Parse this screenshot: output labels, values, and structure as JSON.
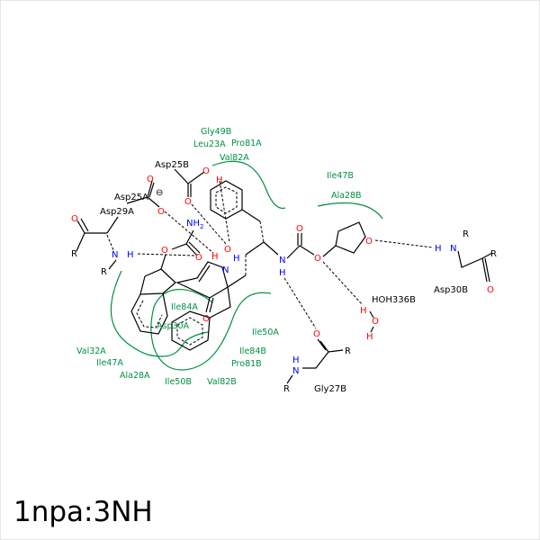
{
  "title": "1npa:3NH",
  "residues_hydrophobic": [
    "Gly49B",
    "Leu23A",
    "Pro81A",
    "Val82A",
    "Ile47B",
    "Ala28B",
    "Ile84A",
    "Asp30A",
    "Ile50A",
    "Ile84B",
    "Pro81B",
    "Val32A",
    "Ile47A",
    "Ala28A",
    "Ile50B",
    "Val82B"
  ],
  "residues_hbond": [
    "Asp25B",
    "Asp25A",
    "Asp29A",
    "Asp30B",
    "HOH336B",
    "Gly27B"
  ],
  "atoms": {
    "O": "O",
    "N": "N",
    "H": "H",
    "R": "R",
    "NH2": "NH",
    "sub2": "2",
    "charge": "⊖"
  },
  "colors": {
    "hydrophobic": "#009040",
    "oxygen": "#ff0000",
    "nitrogen": "#0000ff"
  }
}
